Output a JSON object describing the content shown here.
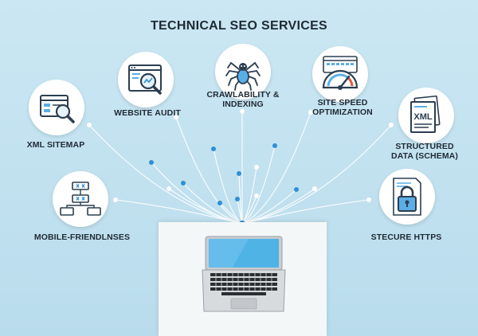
{
  "title": "TECHNICAL SEO SERVICES",
  "services": [
    {
      "id": "xml-sitemap",
      "label": "XML SITEMAP",
      "icon": "sitemap-magnifier-icon"
    },
    {
      "id": "website-audit",
      "label": "WEBSITE AUDIT",
      "icon": "audit-magnifier-icon"
    },
    {
      "id": "crawlability",
      "label": "CRAWLABILITY &\nINDEXING",
      "icon": "spider-icon"
    },
    {
      "id": "site-speed",
      "label": "SITE SPEED\nOPTIMIZATION",
      "icon": "speedometer-icon"
    },
    {
      "id": "structured-data",
      "label": "STRUCTURED\nDATA (SCHEMA)",
      "icon": "xml-document-icon",
      "icon_text": "XML"
    },
    {
      "id": "mobile-friendliness",
      "label": "MOBILE-FRIENDLNSES",
      "icon": "flowchart-icon"
    },
    {
      "id": "secure-https",
      "label": "STECURE HTTPS",
      "icon": "padlock-icon"
    }
  ],
  "colors": {
    "background": "#c4e3f1",
    "accent": "#2f8fd6",
    "line": "#ffffff",
    "icon_stroke": "#2c3e50"
  }
}
